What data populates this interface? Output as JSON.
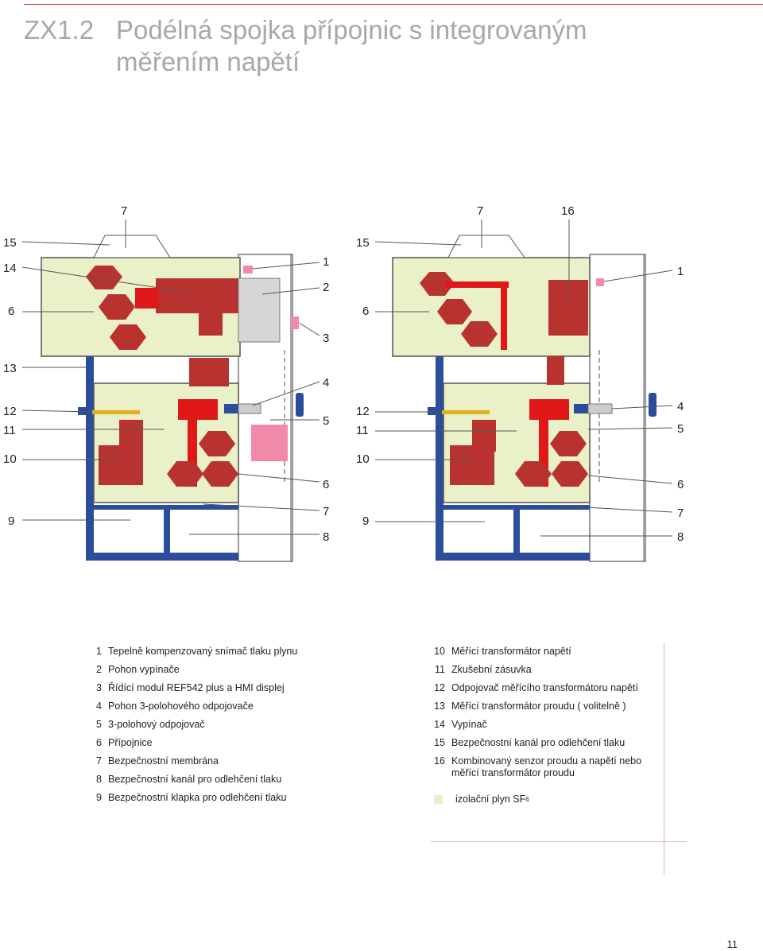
{
  "header": {
    "number": "ZX1.2",
    "title_line1": "Podélná spojka přípojnic s integrovaným",
    "title_line2": "měřením napětí"
  },
  "left_callouts": [
    "7",
    "15",
    "14",
    "6",
    "13",
    "12",
    "11",
    "10",
    "9",
    "1",
    "2",
    "3",
    "4",
    "5",
    "6",
    "7",
    "8"
  ],
  "right_callouts": [
    "7",
    "16",
    "15",
    "6",
    "12",
    "11",
    "10",
    "9",
    "1",
    "4",
    "5",
    "6",
    "7",
    "8"
  ],
  "legend_left": [
    {
      "n": "1",
      "text": "Tepelně kompenzovaný snímač tlaku plynu"
    },
    {
      "n": "2",
      "text": "Pohon vypínače"
    },
    {
      "n": "3",
      "text": "Řídící modul REF542 plus a HMI displej"
    },
    {
      "n": "4",
      "text": "Pohon 3-polohového odpojovače"
    },
    {
      "n": "5",
      "text": "3-polohový odpojovač"
    },
    {
      "n": "6",
      "text": "Přípojnice"
    },
    {
      "n": "7",
      "text": "Bezpečnostní membrána"
    },
    {
      "n": "8",
      "text": "Bezpečnostní kanál pro odlehčení tlaku"
    },
    {
      "n": "9",
      "text": "Bezpečnostní klapka pro odlehčení tlaku"
    }
  ],
  "legend_right": [
    {
      "n": "10",
      "text": "Měřící transformátor napětí"
    },
    {
      "n": "11",
      "text": "Zkušební zásuvka"
    },
    {
      "n": "12",
      "text": "Odpojovač měřícího transformátoru napětí"
    },
    {
      "n": "13",
      "text": "Měřící transformátor proudu ( volitelně )"
    },
    {
      "n": "14",
      "text": "Vypínač"
    },
    {
      "n": "15",
      "text": "Bezpečnostní kanál pro odlehčení tlaku"
    },
    {
      "n": "16",
      "text": "Kombinovaný senzor proudu a napětí nebo měřící transformátor proudu"
    }
  ],
  "sf6_label": "izolační plyn SF",
  "sf6_sub": "6",
  "page_number": "11",
  "colors": {
    "accent": "#d0393d",
    "gas_fill": "#eaf0c8",
    "frame": "#2a4d9c",
    "component": "#b8332f"
  }
}
